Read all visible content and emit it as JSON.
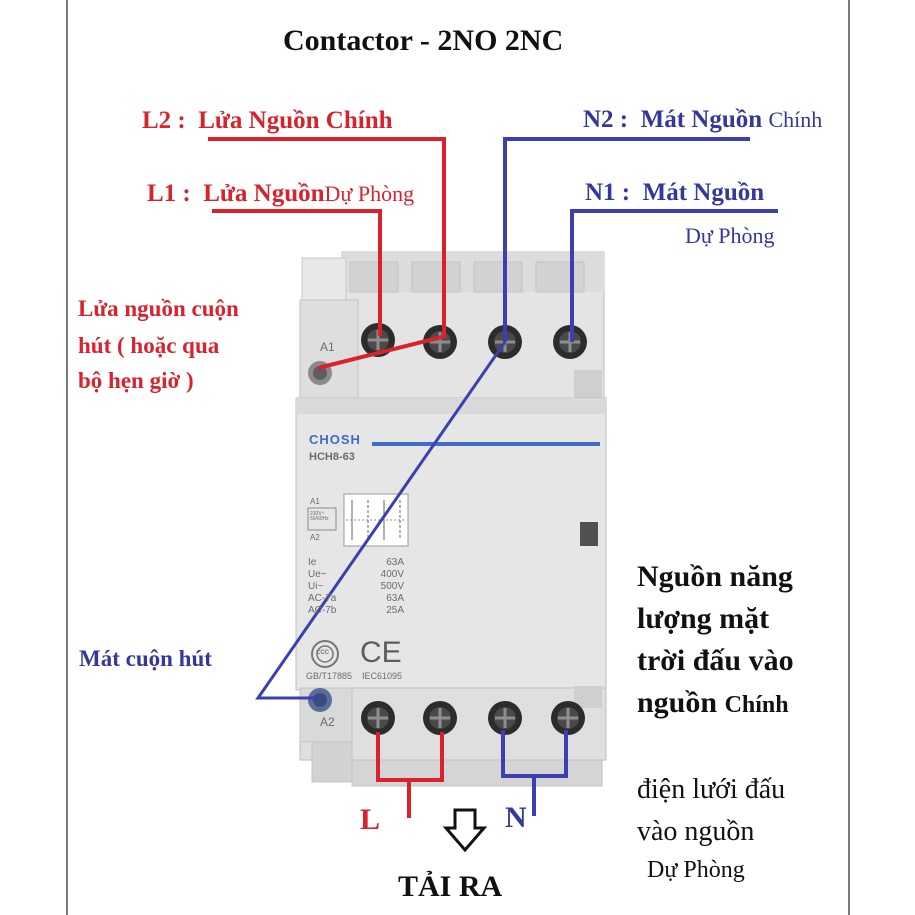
{
  "title": "Contactor - 2NO  2NC",
  "labels": {
    "l2_prefix": "L2 :",
    "l2_text": "Lửa Nguồn Chính",
    "l1_prefix": "L1 :",
    "l1_text": "Lửa Nguồn",
    "l1_suffix": "Dự Phòng",
    "n2_prefix": "N2 :",
    "n2_text": "Mát Nguồn",
    "n2_suffix": "Chính",
    "n1_prefix": "N1 :",
    "n1_text": "Mát Nguồn",
    "n1_suffix": "Dự Phòng",
    "coil_live_line1": "Lửa nguồn cuộn",
    "coil_live_line2": "hút ( hoặc qua",
    "coil_live_line3": "bộ hẹn giờ )",
    "coil_neutral": "Mát cuộn hút",
    "solar_line1": "Nguồn năng",
    "solar_line2": "lượng mặt",
    "solar_line3": "trời đấu vào",
    "solar_line4": "nguồn",
    "solar_line4_suffix": "Chính",
    "grid_line1": "điện lưới đấu",
    "grid_line2": "vào nguồn",
    "grid_line3": "Dự Phòng",
    "out_l": "L",
    "out_n": "N",
    "load_out": "TẢI RA"
  },
  "device": {
    "brand": "CHOSH",
    "model": "HCH8-63",
    "terminal_a1": "A1",
    "terminal_a2": "A2",
    "coil_box": "230V~ 50/60Hz",
    "coil_a1": "A1",
    "coil_a2": "A2",
    "specs": [
      {
        "name": "Ie",
        "value": "63A"
      },
      {
        "name": "Ue~",
        "value": "400V"
      },
      {
        "name": "Ui~",
        "value": "500V"
      },
      {
        "name": "AC-7a",
        "value": "63A"
      },
      {
        "name": "AC-7b",
        "value": "25A"
      }
    ],
    "ccc_mark": "CCC",
    "ce_mark": "CE",
    "standard_1": "GB/T17885",
    "standard_2": "IEC61095"
  },
  "colors": {
    "live_wire": "#d8222c",
    "neutral_wire": "#3a40b0",
    "label_blue": "#34379b",
    "device_body": "#e3e3e3"
  }
}
